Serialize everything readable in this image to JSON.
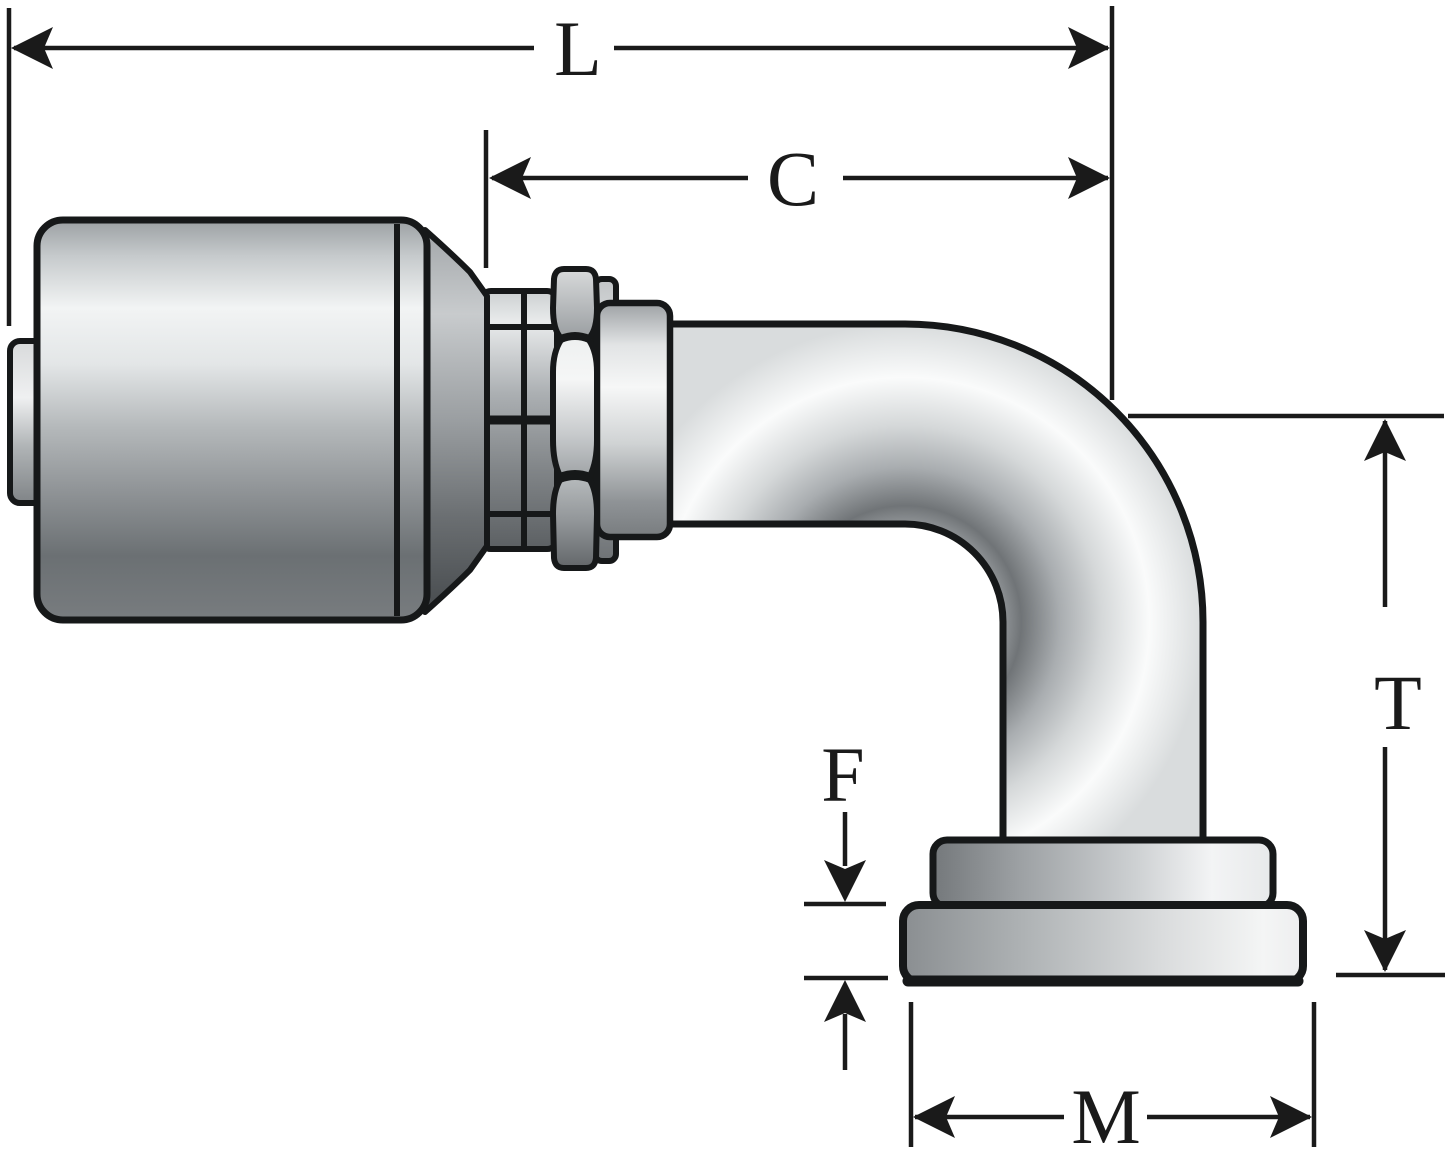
{
  "diagram": {
    "kind": "hose-fitting-dimensional-outline-drawing",
    "labels": {
      "l": "L",
      "c": "C",
      "t": "T",
      "f": "F",
      "m": "M"
    },
    "colors": {
      "background": "#ffffff",
      "line": "#1a1a1a",
      "outline": "#161819",
      "metal_light": "#f4f5f5",
      "metal_mid": "#aeb2b4",
      "metal_dark": "#54585b"
    }
  }
}
